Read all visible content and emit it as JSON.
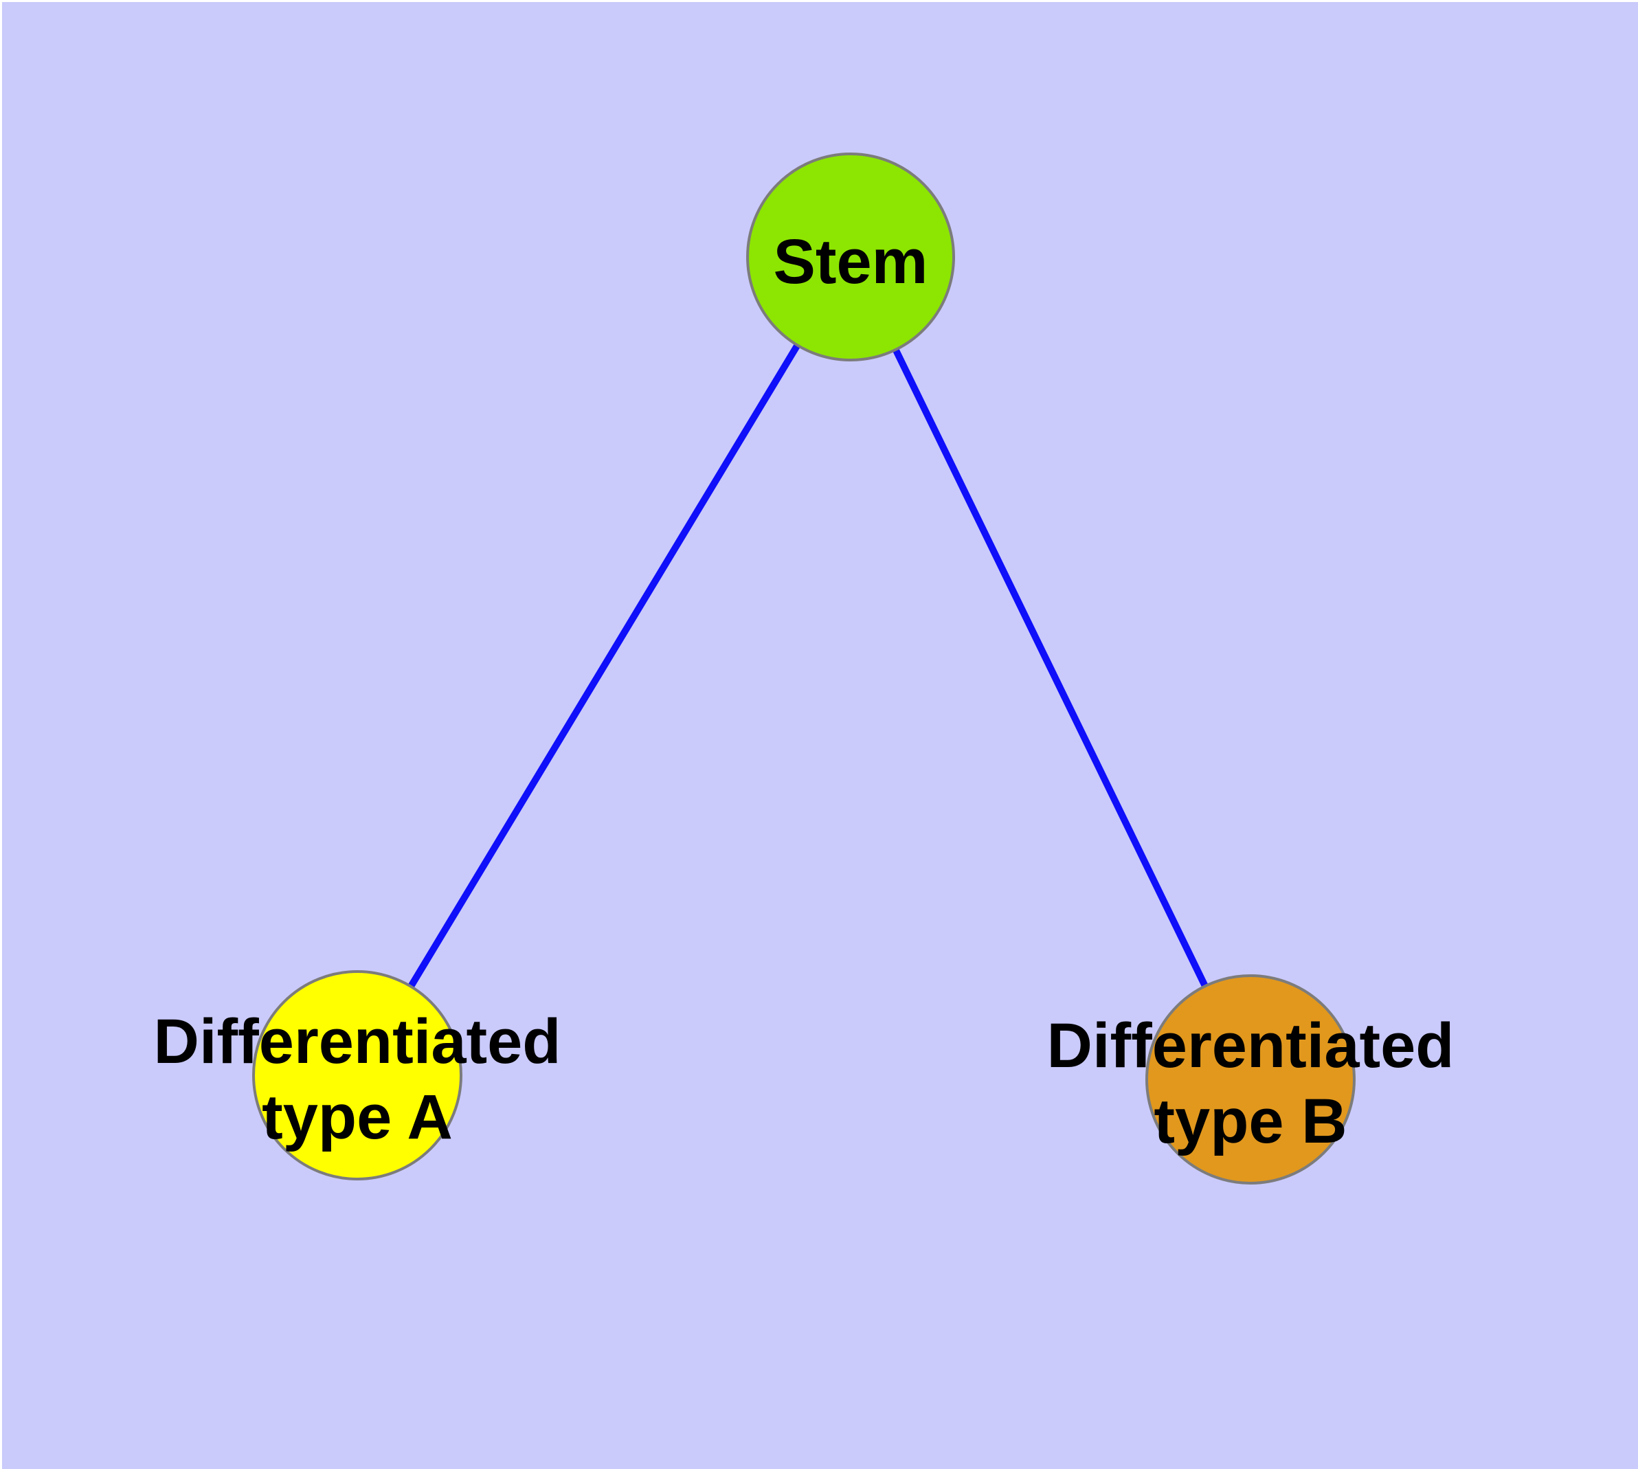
{
  "diagram": {
    "background_color": "#CACAFB",
    "node_border_color": "#7C7C7C",
    "edge_color": "#0F0FFA",
    "nodes": {
      "stem": {
        "label": "Stem",
        "fill_color": "#8DE502"
      },
      "type_a": {
        "label": "Differentiated type A",
        "lines": [
          "Differentiated",
          "type A"
        ],
        "fill_color": "#FFFF00"
      },
      "type_b": {
        "label": "Differentiated type B",
        "lines": [
          "Differentiated",
          "type B"
        ],
        "fill_color": "#E2981D"
      }
    },
    "edges": [
      {
        "from": "Stem",
        "to": "Differentiated type A",
        "color": "#0F0FFA"
      },
      {
        "from": "Stem",
        "to": "Differentiated type B",
        "color": "#0F0FFA"
      }
    ]
  }
}
